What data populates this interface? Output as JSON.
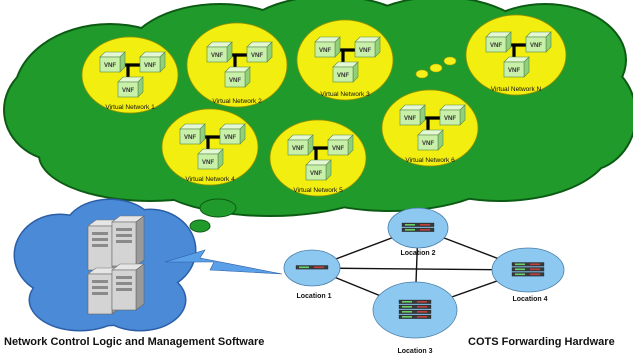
{
  "diagram": {
    "virtual_networks": [
      {
        "id": "vn1",
        "label": "Virtual Network 1",
        "vnfs": [
          "VNF",
          "VNF",
          "VNF"
        ]
      },
      {
        "id": "vn2",
        "label": "Virtual Network 2",
        "vnfs": [
          "VNF",
          "VNF",
          "VNF"
        ]
      },
      {
        "id": "vn3",
        "label": "Virtual Network 3",
        "vnfs": [
          "VNF",
          "VNF",
          "VNF"
        ]
      },
      {
        "id": "vnN",
        "label": "Virtual Network N",
        "vnfs": [
          "VNF",
          "VNF",
          "VNF"
        ]
      },
      {
        "id": "vn4",
        "label": "Virtual Network 4",
        "vnfs": [
          "VNF",
          "VNF",
          "VNF"
        ]
      },
      {
        "id": "vn5",
        "label": "Virtual Network 5",
        "vnfs": [
          "VNF",
          "VNF",
          "VNF"
        ]
      },
      {
        "id": "vn6",
        "label": "Virtual Network 6",
        "vnfs": [
          "VNF",
          "VNF",
          "VNF"
        ]
      }
    ],
    "locations": [
      {
        "id": "loc1",
        "label": "Location 1"
      },
      {
        "id": "loc2",
        "label": "Location 2"
      },
      {
        "id": "loc3",
        "label": "Location 3"
      },
      {
        "id": "loc4",
        "label": "Location 4"
      }
    ],
    "links": [
      [
        "loc1",
        "loc2"
      ],
      [
        "loc1",
        "loc4"
      ],
      [
        "loc1",
        "loc3"
      ],
      [
        "loc2",
        "loc4"
      ],
      [
        "loc2",
        "loc3"
      ],
      [
        "loc3",
        "loc4"
      ]
    ],
    "caption_left": "Network Control Logic and Management Software",
    "caption_right": "COTS Forwarding Hardware"
  },
  "colors": {
    "cloud": "#1f9a2b",
    "cloud_edge": "#0d5a14",
    "vn_ellipse": "#f2ee10",
    "vnf_box": "#c8f0a8",
    "vnf_box_side": "#8fd078",
    "location_disk": "#8cc8f0",
    "server_cloud": "#4a8ad6",
    "lightning": "#5aa0e8"
  }
}
